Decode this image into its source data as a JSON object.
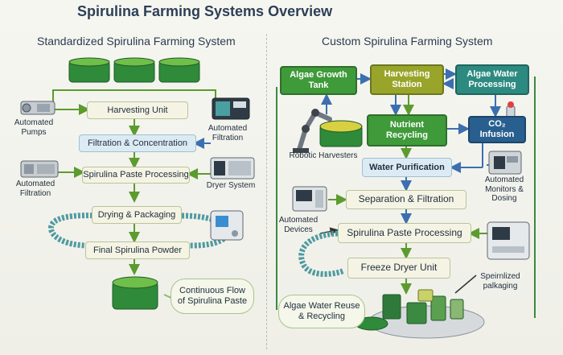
{
  "title": "Spirulina Farming Systems Overview",
  "left": {
    "heading": "Standardized Spirulina Farming System",
    "steps": {
      "harvesting": "Harvesting Unit",
      "filtration": "Filtration & Concentration",
      "paste": "Spirulina Paste Processing",
      "drying": "Drying & Packaging",
      "powder": "Final Spirulina Powder"
    },
    "labels": {
      "pumps": "Automated\nPumps",
      "auto_filtration_right": "Automated\nFiltration",
      "auto_filtration_left": "Automated\nFiltration",
      "dryer": "Dryer System"
    },
    "callout": "Continuous Flow\nof Spirulina Paste"
  },
  "right": {
    "heading": "Custom Spirulina Farming System",
    "steps": {
      "growth": "Algae Growth\nTank",
      "harvest_station": "Harvesting\nStation",
      "water_processing": "Algae Water\nProcessing",
      "nutrient": "Nutrient Recycling",
      "co2": "CO₂\nInfusion",
      "purification": "Water Purification",
      "separation": "Separation & Filtration",
      "paste": "Spirulina Paste Processing",
      "freeze": "Freeze Dryer Unit"
    },
    "labels": {
      "robotic": "Robotic Harvesters",
      "monitors": "Automated\nMonitors &\nDosing",
      "devices": "Automated\nDevices",
      "packaging": "Speirnlized\npalkaging"
    },
    "callout": "Algae Water Reuse\n& Recycling"
  },
  "colors": {
    "arrow_green": "#5c9b2e",
    "arrow_blue": "#3b6fb0",
    "tank_green": "#2f8a3a"
  }
}
